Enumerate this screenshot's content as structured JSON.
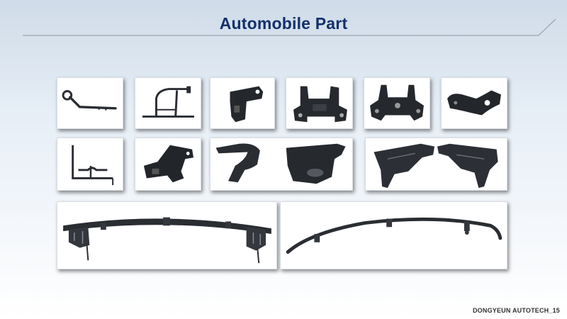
{
  "slide": {
    "title": "Automobile Part",
    "footer": "DONGYEUN AUTOTECH_15"
  },
  "images": [
    {
      "name": "bent-tube-with-ring",
      "icon": "tube-part-icon"
    },
    {
      "name": "tube-frame-bracket",
      "icon": "tube-frame-icon"
    },
    {
      "name": "stamped-bracket",
      "icon": "bracket-icon"
    },
    {
      "name": "engine-mount-bracket",
      "icon": "mount-icon"
    },
    {
      "name": "crossmember-bracket",
      "icon": "crossmember-icon"
    },
    {
      "name": "curved-plate-bracket",
      "icon": "plate-icon"
    },
    {
      "name": "bent-rod-assembly",
      "icon": "rod-icon"
    },
    {
      "name": "angled-bracket",
      "icon": "angle-bracket-icon"
    },
    {
      "name": "sheet-metal-parts",
      "icon": "sheet-part-icon"
    },
    {
      "name": "side-panel-pair",
      "icon": "panel-pair-icon"
    },
    {
      "name": "bumper-beam-with-brackets",
      "icon": "bumper-beam-icon"
    },
    {
      "name": "curved-bumper-rail",
      "icon": "rail-icon"
    }
  ]
}
